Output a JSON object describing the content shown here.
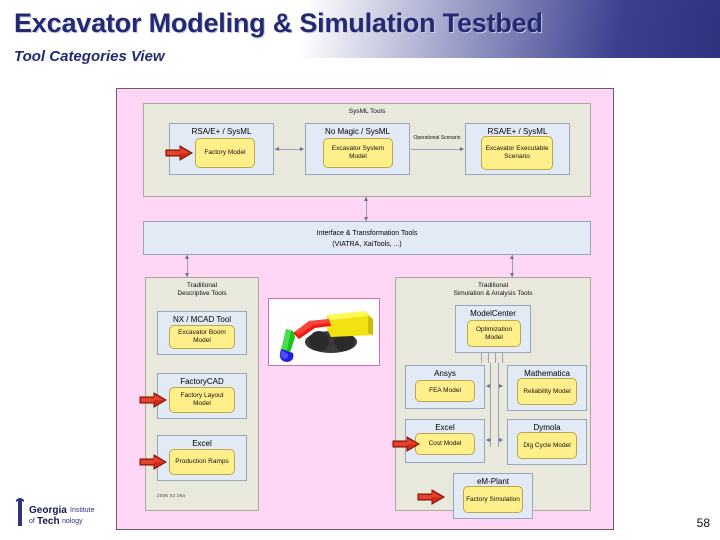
{
  "slide": {
    "title": "Excavator Modeling & Simulation Testbed",
    "subtitle": "Tool Categories View",
    "page_number": "58",
    "date_stamp": "2006 02 26a",
    "logo_text": "Georgia Institute of Technology",
    "colors": {
      "header_navy": "#2e3380",
      "panel_pink": "#ffd6f6",
      "group_beige": "#e8e8dc",
      "tool_blue": "#e2eaf6",
      "model_yellow": "#ffef8a",
      "red_arrow": "#d42a18"
    }
  },
  "diagram": {
    "groups": {
      "sysml": {
        "title": "SysML Tools",
        "tools": [
          {
            "name": "RSA/E+ / SysML",
            "model": "Factory Model",
            "has_red_arrow": true
          },
          {
            "name": "No Magic / SysML",
            "model": "Excavator System Model",
            "has_red_arrow": false
          },
          {
            "name": "RSA/E+ / SysML",
            "model": "Excavator Executable Scenario",
            "has_red_arrow": false
          }
        ],
        "edge_label": "Operational Scenario"
      },
      "interface": {
        "title_line1": "Interface & Transformation Tools",
        "title_line2": "(VIATRA, XaiTools, ...)"
      },
      "descriptive": {
        "title_line1": "Traditional",
        "title_line2": "Descriptive Tools",
        "tools": [
          {
            "name": "NX / MCAD Tool",
            "model": "Excavator Boom Model",
            "has_red_arrow": false
          },
          {
            "name": "FactoryCAD",
            "model": "Factory Layout Model",
            "has_red_arrow": true
          },
          {
            "name": "Excel",
            "model": "Production Ramps",
            "has_red_arrow": true
          }
        ]
      },
      "simulation": {
        "title_line1": "Traditional",
        "title_line2": "Simulation & Analysis Tools",
        "tools": [
          {
            "name": "ModelCenter",
            "model": "Optimization Model",
            "has_red_arrow": false
          },
          {
            "name": "Ansys",
            "model": "FEA Model",
            "has_red_arrow": false
          },
          {
            "name": "Mathematica",
            "model": "Reliability Model",
            "has_red_arrow": false
          },
          {
            "name": "Excel",
            "model": "Cost Model",
            "has_red_arrow": true
          },
          {
            "name": "Dymola",
            "model": "Dig Cycle Model",
            "has_red_arrow": false
          },
          {
            "name": "eM-Plant",
            "model": "Factory Simulation",
            "has_red_arrow": true
          }
        ]
      }
    },
    "picture": {
      "caption": "excavator-illustration"
    }
  }
}
